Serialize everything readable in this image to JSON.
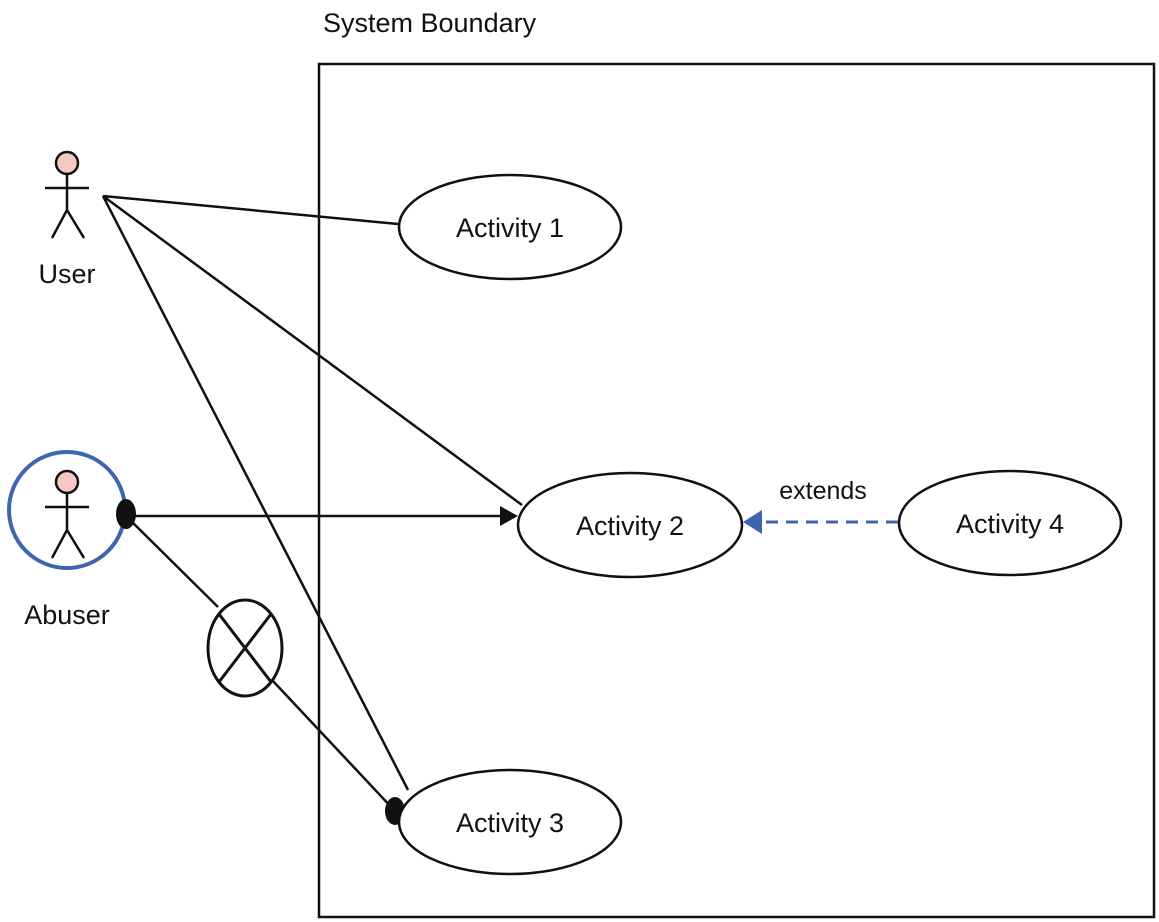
{
  "boundary": {
    "label": "System Boundary"
  },
  "actors": {
    "user": {
      "label": "User",
      "head_color": "#f6c9c0"
    },
    "abuser": {
      "label": "Abuser",
      "head_color": "#f6c9c0",
      "ring_color": "#3f65b0"
    }
  },
  "use_cases": {
    "activity1": "Activity 1",
    "activity2": "Activity 2",
    "activity3": "Activity 3",
    "activity4": "Activity 4"
  },
  "relations": {
    "extends_label": "extends",
    "extends_color": "#3f65b0"
  }
}
